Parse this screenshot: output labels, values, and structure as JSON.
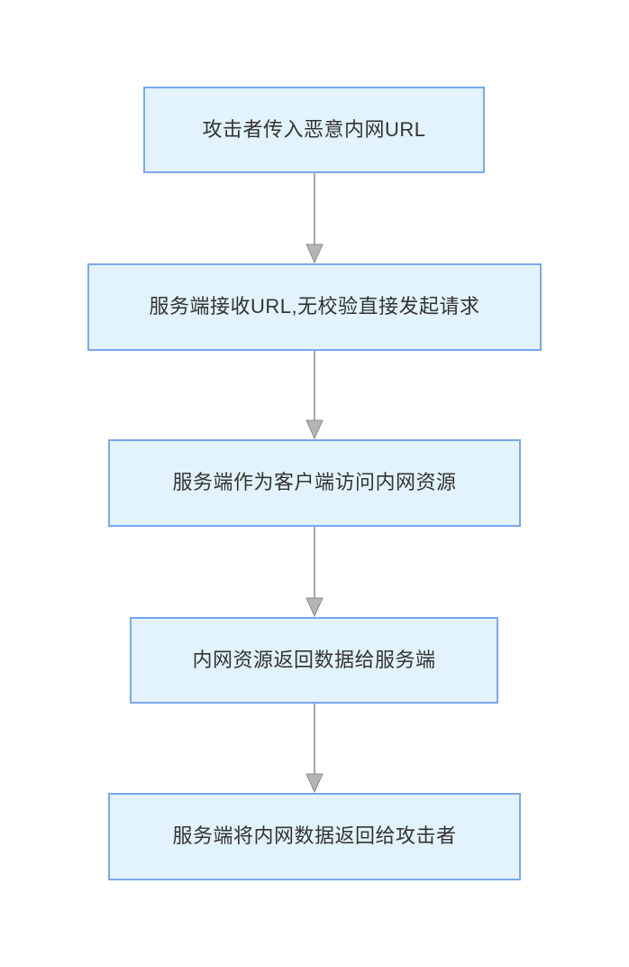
{
  "diagram": {
    "type": "flowchart",
    "direction": "top-down",
    "nodes": [
      {
        "id": "step-1",
        "label": "攻击者传入恶意内网URL"
      },
      {
        "id": "step-2",
        "label": "服务端接收URL,无校验直接发起请求"
      },
      {
        "id": "step-3",
        "label": "服务端作为客户端访问内网资源"
      },
      {
        "id": "step-4",
        "label": "内网资源返回数据给服务端"
      },
      {
        "id": "step-5",
        "label": "服务端将内网数据返回给攻击者"
      }
    ],
    "edges": [
      {
        "from": "step-1",
        "to": "step-2"
      },
      {
        "from": "step-2",
        "to": "step-3"
      },
      {
        "from": "step-3",
        "to": "step-4"
      },
      {
        "from": "step-4",
        "to": "step-5"
      }
    ],
    "colors": {
      "node_fill": "#e2f3fd",
      "node_border": "#7aa7f2",
      "arrow_line": "#a8a8a8",
      "arrow_head_fill": "#b5b5b5",
      "arrow_head_stroke": "#8c8c8c",
      "text": "#333333",
      "background": "#ffffff"
    }
  }
}
